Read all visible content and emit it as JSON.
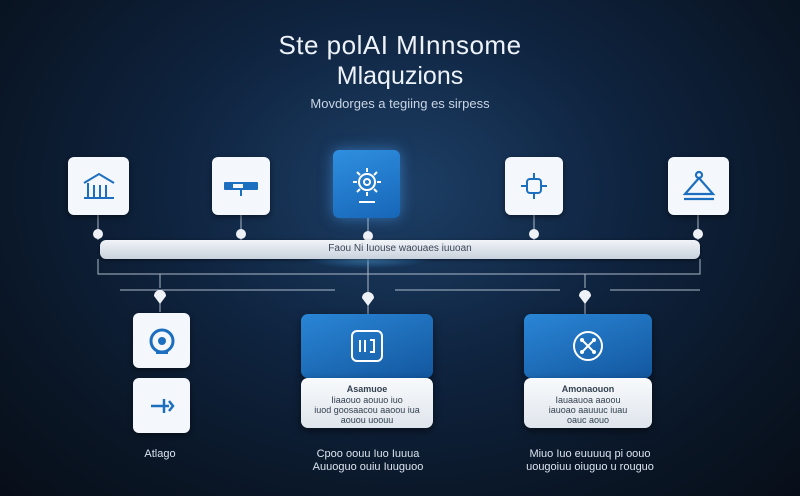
{
  "header": {
    "title_line1": "Ste polAI MInnsome",
    "title_line2": "Mlaquzions",
    "subtitle": "Movdorges a tegiing es sirpess"
  },
  "bar": {
    "label": "Faou Ni Iuouse   waouaes iuuoan"
  },
  "top_nodes": [
    {
      "icon": "building-icon"
    },
    {
      "icon": "slider-bar-icon"
    },
    {
      "icon": "gear-network-icon",
      "active": true
    },
    {
      "icon": "plug-connector-icon"
    },
    {
      "icon": "hanger-triangle-icon"
    }
  ],
  "cards": {
    "middle": {
      "head": "Asamuoe",
      "lines": [
        "Iiaaouo aouuo iuo",
        "iuod goosaacou aaoou iua",
        "aouou uoouu"
      ],
      "icon": "device-screen-icon"
    },
    "right": {
      "head": "Amonaouon",
      "lines": [
        "Iauaauoa aaoou",
        "iauoao aauuuc iuau",
        "oauc aouo"
      ],
      "icon": "network-nodes-icon"
    }
  },
  "left_nodes": [
    {
      "icon": "target-ring-icon"
    },
    {
      "icon": "arrow-bar-icon"
    }
  ],
  "captions": {
    "left": "Atlago",
    "middle_line1": "Cpoo oouu Iuo Iuuua",
    "middle_line2": "Auuoguo ouiu Iuuguoo",
    "right_line1": "Miuo Iuo euuuuq pi oouo",
    "right_line2": "uougoiuu oiuguo u rouguo"
  },
  "colors": {
    "accent": "#2a86d6",
    "background": "#0f2440",
    "node": "#f4f7fb",
    "icon": "#1c6fbf"
  }
}
